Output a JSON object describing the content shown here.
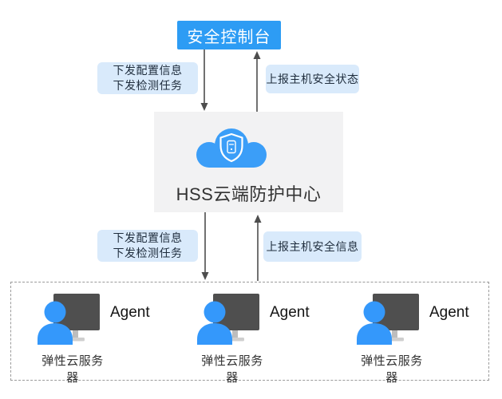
{
  "diagram_title": "HSS architecture diagram",
  "colors": {
    "console_blue": "#2d9cf4",
    "flow_label_bg": "#d9eafb",
    "flow_label_text": "#1f2d3d",
    "hss_box_bg": "#f2f2f3",
    "cloud_blue": "#3b9ef8",
    "person_blue": "#3498fb",
    "monitor_gray": "#4f4f4f",
    "arrow_gray": "#4d4d4d",
    "dashed_border_gray": "#9a9a9a"
  },
  "console": {
    "title": "安全控制台",
    "icon": "none"
  },
  "flows": {
    "console_to_hss": {
      "line1": "下发配置信息",
      "line2": "下发检测任务",
      "direction": "down"
    },
    "hss_to_console": {
      "label": "上报主机安全状态",
      "direction": "up"
    },
    "hss_to_agents": {
      "line1": "下发配置信息",
      "line2": "下发检测任务",
      "direction": "down"
    },
    "agents_to_hss": {
      "label": "上报主机安全信息",
      "direction": "up"
    }
  },
  "hss_center": {
    "title": "HSS云端防护中心",
    "icon": "cloud-shield-icon"
  },
  "agents": {
    "zone_style": "dashed",
    "icon": "person-monitor-icon",
    "items": [
      {
        "label": "Agent",
        "server_label": "弹性云服务器"
      },
      {
        "label": "Agent",
        "server_label": "弹性云服务器"
      },
      {
        "label": "Agent",
        "server_label": "弹性云服务器"
      }
    ]
  }
}
